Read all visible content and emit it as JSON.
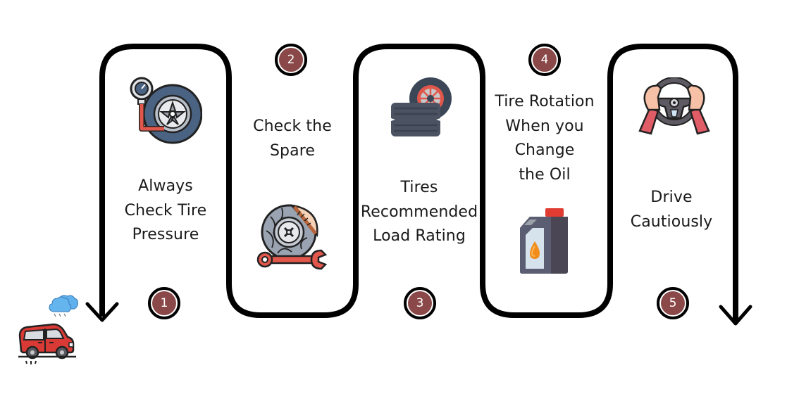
{
  "steps": [
    {
      "number": "1",
      "lines": [
        "Always",
        "Check Tire",
        "Pressure"
      ],
      "icon": "tire-pressure-gauge-icon"
    },
    {
      "number": "2",
      "lines": [
        "Check the",
        "Spare"
      ],
      "icon": "spare-tire-wrench-icon"
    },
    {
      "number": "3",
      "lines": [
        "Tires",
        "Recommended",
        "Load Rating"
      ],
      "icon": "stacked-tires-icon"
    },
    {
      "number": "4",
      "lines": [
        "Tire Rotation",
        "When you",
        "Change",
        "the Oil"
      ],
      "icon": "oil-can-icon"
    },
    {
      "number": "5",
      "lines": [
        "Drive",
        "Cautiously"
      ],
      "icon": "steering-wheel-icon"
    }
  ],
  "decorations": {
    "start_icon": "red-car-icon",
    "weather_icon": "rain-cloud-icon"
  },
  "colors": {
    "path": "#000000",
    "badge_fill": "#8a4848",
    "badge_text": "#ffffff",
    "text": "#1a1a1a"
  }
}
